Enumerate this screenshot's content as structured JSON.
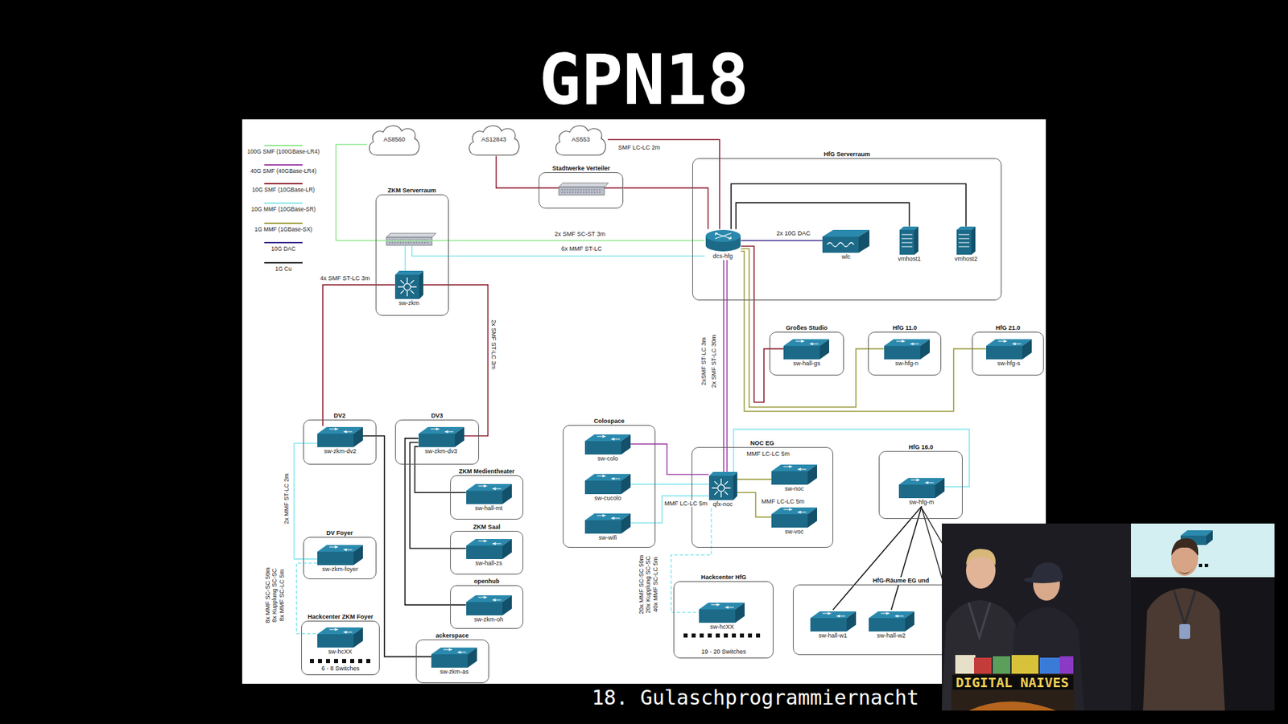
{
  "diagram": {
    "title": "GPN18",
    "caption": "18. Gulaschprogrammiernacht",
    "nodes": [
      {
        "text": [
          "AS8560"
        ]
      },
      {
        "text": [
          "AS12843"
        ]
      },
      {
        "text": [
          "AS553"
        ]
      },
      {
        "text": [
          "Stadtwerke Verteiler"
        ]
      },
      {
        "text": [
          "ZKM Serverraum"
        ]
      },
      {
        "text": [
          "sw-zkm"
        ],
        "in": 4
      },
      {
        "text": [
          "HfG Serverraum"
        ]
      },
      {
        "text": [
          "dcs-hfg"
        ],
        "in": 6
      },
      {
        "text": [
          "wlc"
        ],
        "in": 6
      },
      {
        "text": [
          "vmhost1"
        ],
        "in": 6
      },
      {
        "text": [
          "vmhost2"
        ],
        "in": 6
      },
      {
        "text": [
          "Großes Studio"
        ]
      },
      {
        "text": [
          "sw-hall-gs"
        ],
        "in": 11
      },
      {
        "text": [
          "HfG 11.0"
        ]
      },
      {
        "text": [
          "sw-hfg-n"
        ],
        "in": 13
      },
      {
        "text": [
          "HfG 21.0"
        ]
      },
      {
        "text": [
          "sw-hfg-s"
        ],
        "in": 15
      },
      {
        "text": [
          "DV2"
        ]
      },
      {
        "text": [
          "sw-zkm-dv2"
        ],
        "in": 17
      },
      {
        "text": [
          "DV3"
        ]
      },
      {
        "text": [
          "sw-zkm-dv3"
        ],
        "in": 19
      },
      {
        "text": [
          "ZKM Medientheater"
        ]
      },
      {
        "text": [
          "sw-hall-mt"
        ],
        "in": 21
      },
      {
        "text": [
          "ZKM Saal"
        ]
      },
      {
        "text": [
          "sw-hall-zs"
        ],
        "in": 23
      },
      {
        "text": [
          "openhub"
        ]
      },
      {
        "text": [
          "sw-zkm-oh"
        ],
        "in": 25
      },
      {
        "text": [
          "DV Foyer"
        ]
      },
      {
        "text": [
          "sw-zkm-foyer"
        ],
        "in": 27
      },
      {
        "text": [
          "Hackcenter ZKM Foyer",
          "6 - 8 Switches"
        ]
      },
      {
        "text": [
          "sw-hcXX"
        ],
        "in": 29
      },
      {
        "text": [
          "ackerspace"
        ]
      },
      {
        "text": [
          "sw-zkm-as"
        ],
        "in": 31
      },
      {
        "text": [
          "Colospace"
        ]
      },
      {
        "text": [
          "sw-colo"
        ],
        "in": 33
      },
      {
        "text": [
          "sw-cucolo"
        ],
        "in": 33
      },
      {
        "text": [
          "sw-wifi"
        ],
        "in": 33
      },
      {
        "text": [
          "NOC EG"
        ]
      },
      {
        "text": [
          "qfx-noc"
        ],
        "in": 37
      },
      {
        "text": [
          "sw-noc"
        ],
        "in": 37
      },
      {
        "text": [
          "sw-voc"
        ],
        "in": 37
      },
      {
        "text": [
          "HfG 16.0"
        ]
      },
      {
        "text": [
          "sw-hfg-m"
        ],
        "in": 41
      },
      {
        "text": [
          "Hackcenter HfG",
          "19 - 20 Switches"
        ]
      },
      {
        "text": [
          "sw-hcXX"
        ],
        "in": 43
      },
      {
        "text": [
          "HfG-Räume EG und"
        ]
      },
      {
        "text": [
          "sw-hall-w1"
        ],
        "in": 45
      },
      {
        "text": [
          "sw-hall-w2"
        ],
        "in": 45
      }
    ],
    "edges": [
      {
        "from": 0,
        "to": 7,
        "label": "2x SMF SC-ST 3m",
        "arrow": "none"
      },
      {
        "from": 1,
        "to": 3,
        "arrow": "none"
      },
      {
        "from": 3,
        "to": 7,
        "arrow": "none"
      },
      {
        "from": 2,
        "to": 7,
        "label": "SMF LC-LC 2m",
        "arrow": "none"
      },
      {
        "from": 4,
        "to": 7,
        "label": "6x MMF ST-LC",
        "arrow": "none"
      },
      {
        "from": 5,
        "to": 18,
        "label": "4x SMF ST-LC 3m",
        "arrow": "none"
      },
      {
        "from": 5,
        "to": 20,
        "label": "2x SMF ST-LC 3m",
        "arrow": "none"
      },
      {
        "from": 7,
        "to": 38,
        "label": "2xSMF ST-LC 3m",
        "arrow": "none"
      },
      {
        "from": 7,
        "to": 38,
        "label": "2x SMF ST-LC 30m",
        "arrow": "none"
      },
      {
        "from": 7,
        "to": 8,
        "label": "2x 10G DAC",
        "arrow": "none"
      },
      {
        "from": 7,
        "to": 9,
        "arrow": "none"
      },
      {
        "from": 7,
        "to": 10,
        "arrow": "none"
      },
      {
        "from": 7,
        "to": 12,
        "arrow": "none"
      },
      {
        "from": 7,
        "to": 14,
        "arrow": "none"
      },
      {
        "from": 7,
        "to": 16,
        "arrow": "none"
      },
      {
        "from": 34,
        "to": 38,
        "arrow": "none"
      },
      {
        "from": 35,
        "to": 38,
        "arrow": "none"
      },
      {
        "from": 36,
        "to": 38,
        "label": "MMF LC-LC 5m",
        "arrow": "none"
      },
      {
        "from": 38,
        "to": 39,
        "label": "MMF LC-LC 5m",
        "arrow": "none"
      },
      {
        "from": 38,
        "to": 40,
        "label": "MMF LC-LC 5m",
        "arrow": "none"
      },
      {
        "from": 38,
        "to": 42,
        "arrow": "none"
      },
      {
        "from": 38,
        "to": 44,
        "label": "20x MMF SC-SC 50m 20x Kupplung SC-SC 40x MMF SC-LC 5m",
        "arrow": "none"
      },
      {
        "from": 18,
        "to": 28,
        "label": "2x MMF ST-LC 2m",
        "arrow": "none"
      },
      {
        "from": 28,
        "to": 30,
        "label": "8x MMF SC-SC 50m 8x Kupplung SC-SC 8x MMF SC-LC 5m",
        "arrow": "none"
      },
      {
        "from": 18,
        "to": 32,
        "arrow": "none"
      },
      {
        "from": 20,
        "to": 22,
        "arrow": "none"
      },
      {
        "from": 20,
        "to": 24,
        "arrow": "none"
      },
      {
        "from": 20,
        "to": 26,
        "arrow": "none"
      },
      {
        "from": 42,
        "to": 46,
        "arrow": "none"
      },
      {
        "from": 42,
        "to": 47,
        "arrow": "none"
      }
    ],
    "labels": [
      "DIGITAL NAIVES"
    ],
    "legend": [
      {
        "text": "100G SMF (100GBase-LR4)",
        "color": "#8fe88f"
      },
      {
        "text": "40G SMF (40GBase-LR4)",
        "color": "#a040a8"
      },
      {
        "text": "10G SMF (10GBase-LR)",
        "color": "#8e1c2e"
      },
      {
        "text": "10G MMF (10GBase-SR)",
        "color": "#86e6ee"
      },
      {
        "text": "1G MMF (1GBase-SX)",
        "color": "#9c9c3c"
      },
      {
        "text": "10G DAC",
        "color": "#3b2d8c"
      },
      {
        "text": "1G Cu",
        "color": "#111111"
      }
    ]
  }
}
